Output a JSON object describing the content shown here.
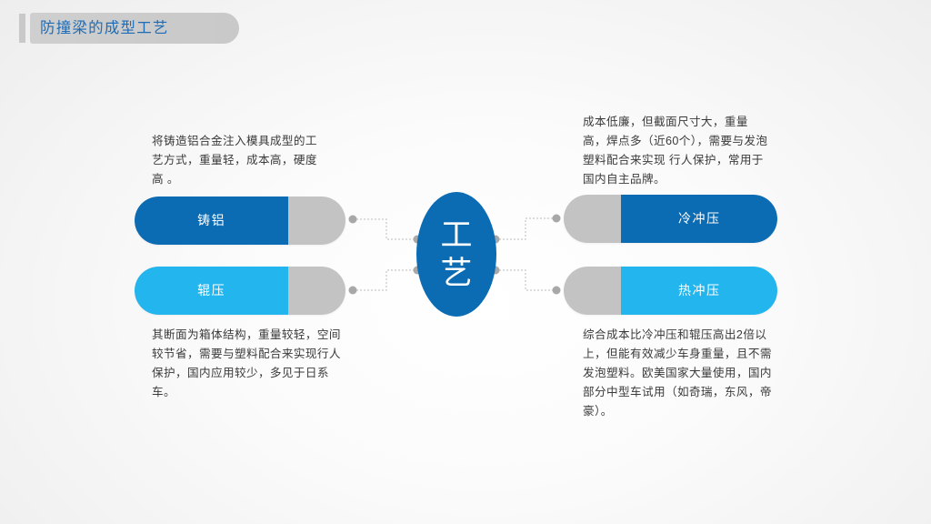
{
  "slide": {
    "title": "防撞梁的成型工艺",
    "colors": {
      "brand_blue": "#0b6cb4",
      "brand_cyan": "#22b5ee",
      "neutral_gray": "#c3c3c3",
      "title_text": "#1f6cb5",
      "connector_gray": "#c8c8c8"
    }
  },
  "center": {
    "label_line1": "工",
    "label_line2": "艺"
  },
  "nodes": [
    {
      "id": "zhulv",
      "label": "铸铝",
      "side": "left",
      "accent": "#0b6cb4",
      "description": "将铸造铝合金注入模具成型的工艺方式，重量轻，成本高，硬度高 。"
    },
    {
      "id": "gunya",
      "label": "辊压",
      "side": "left",
      "accent": "#22b5ee",
      "description": "其断面为箱体结构，重量较轻，空间较节省，需要与塑料配合来实现行人保护，国内应用较少，多见于日系车。"
    },
    {
      "id": "lengchongya",
      "label": "冷冲压",
      "side": "right",
      "accent": "#0b6cb4",
      "description": "成本低廉，但截面尺寸大，重量高，焊点多（近60个），需要与发泡塑料配合来实现 行人保护，常用于国内自主品牌。"
    },
    {
      "id": "rechongya",
      "label": "热冲压",
      "side": "right",
      "accent": "#22b5ee",
      "description": "综合成本比冷冲压和辊压高出2倍以上，但能有效减少车身重量，且不需发泡塑料。欧美国家大量使用，国内部分中型车试用（如奇瑞，东风，帝豪）。"
    }
  ]
}
